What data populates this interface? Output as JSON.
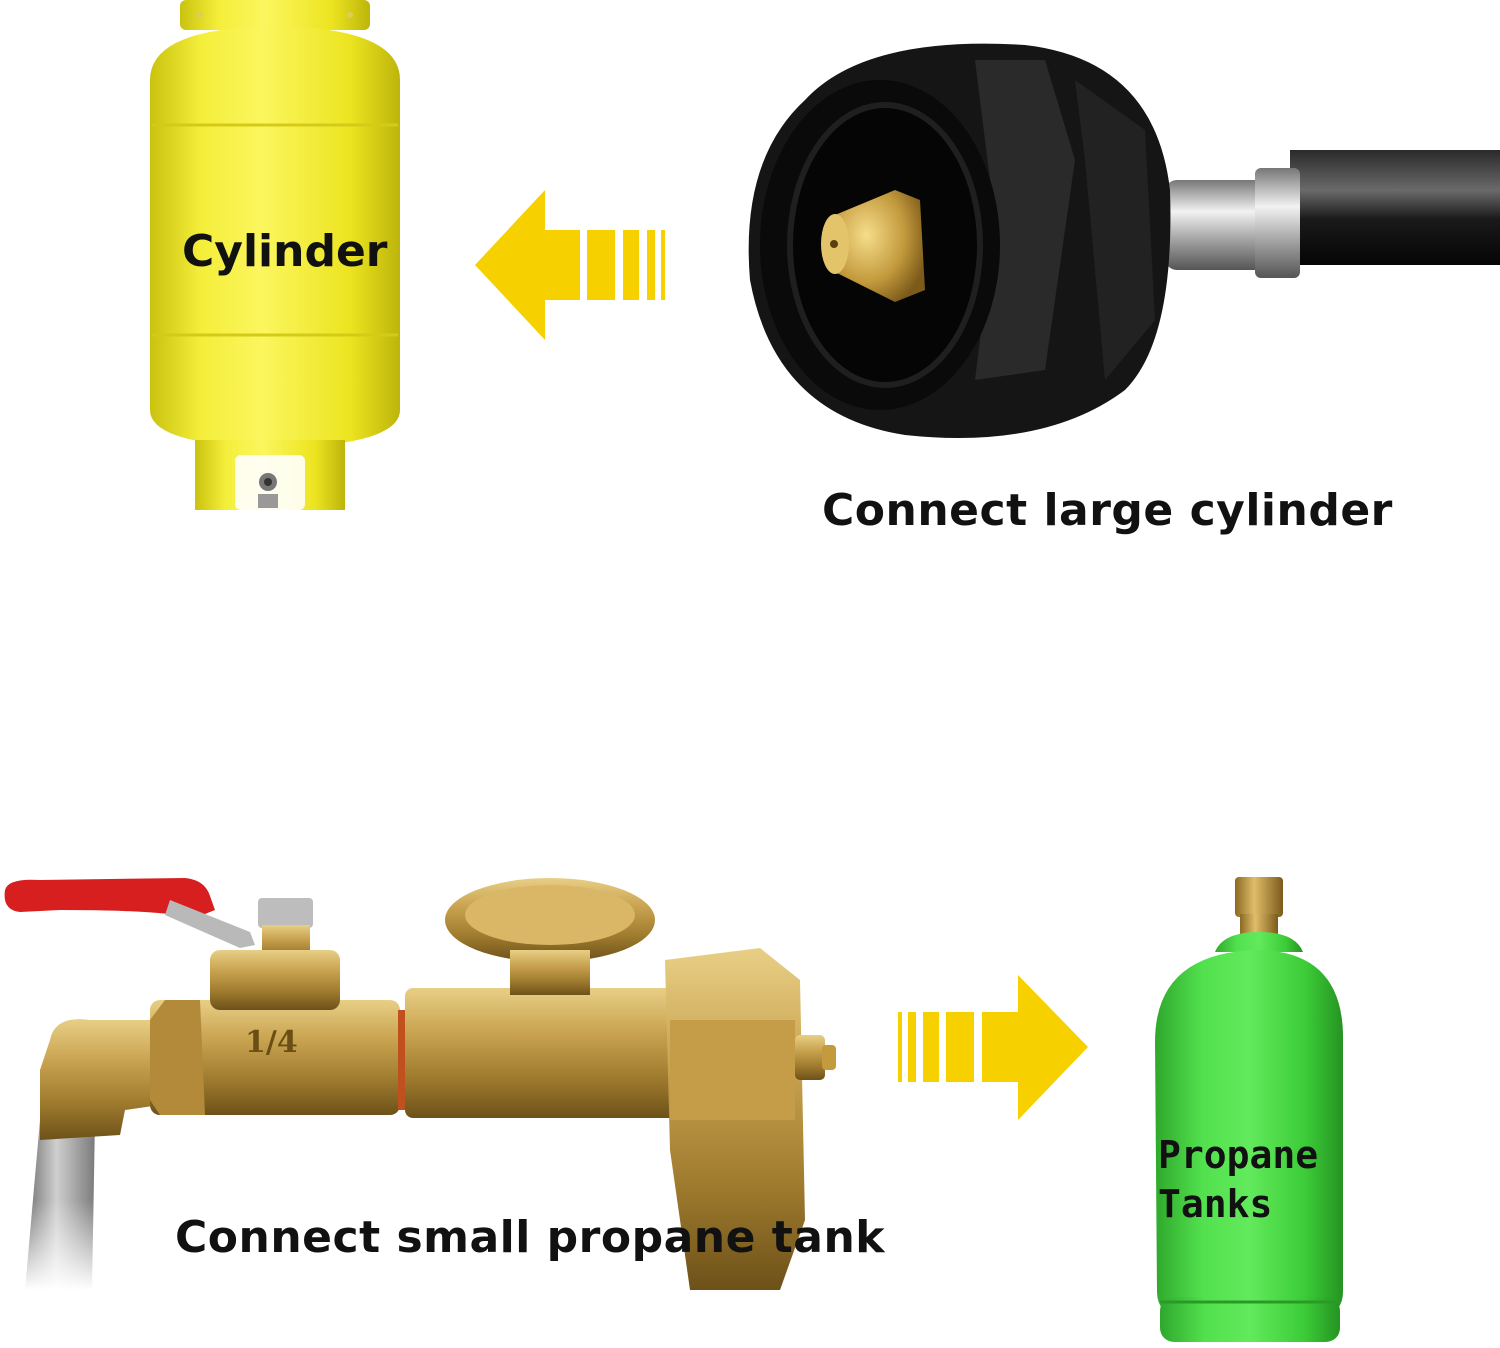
{
  "large_cylinder": {
    "label": "Cylinder",
    "body_color": "#f2ea1e",
    "caption": "Connect large cylinder"
  },
  "small_tank": {
    "label_line1": "Propane",
    "label_line2": "Tanks",
    "body_color": "#3fd63c",
    "caption": "Connect small propane tank"
  },
  "arrows": {
    "color": "#f7d000",
    "top_direction": "left",
    "bottom_direction": "right"
  },
  "valve": {
    "marking": "1/4",
    "handle_color": "#d81f1f",
    "brass_color": "#c9a24a"
  }
}
